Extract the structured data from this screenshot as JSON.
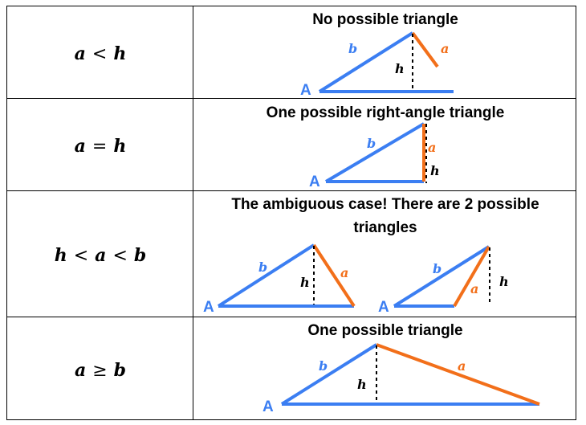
{
  "rows": [
    {
      "condition": {
        "left": "a",
        "op": "<",
        "right": "h"
      },
      "title": "No possible triangle",
      "labels": {
        "A": "A",
        "b": "b",
        "a": "a",
        "h": "h"
      }
    },
    {
      "condition": {
        "left": "a",
        "op": "=",
        "right": "h"
      },
      "title": "One possible right-angle triangle",
      "labels": {
        "A": "A",
        "b": "b",
        "a": "a",
        "h": "h"
      }
    },
    {
      "condition": {
        "left": "h",
        "op1": "<",
        "mid": "a",
        "op2": "<",
        "right": "b"
      },
      "title_line1": "The ambiguous case! There are 2 possible",
      "title_line2": "triangles",
      "labels": {
        "A": "A",
        "b": "b",
        "a": "a",
        "h": "h"
      },
      "labels2": {
        "A": "A",
        "b": "b",
        "a": "a",
        "h": "h"
      }
    },
    {
      "condition": {
        "left": "a",
        "op": "≥",
        "right": "b"
      },
      "title": "One possible triangle",
      "labels": {
        "A": "A",
        "b": "b",
        "a": "a",
        "h": "h"
      }
    }
  ],
  "colors": {
    "side_b": "#3b7ef2",
    "side_a": "#f26f1a",
    "height": "#000000",
    "grid": "#000000"
  }
}
